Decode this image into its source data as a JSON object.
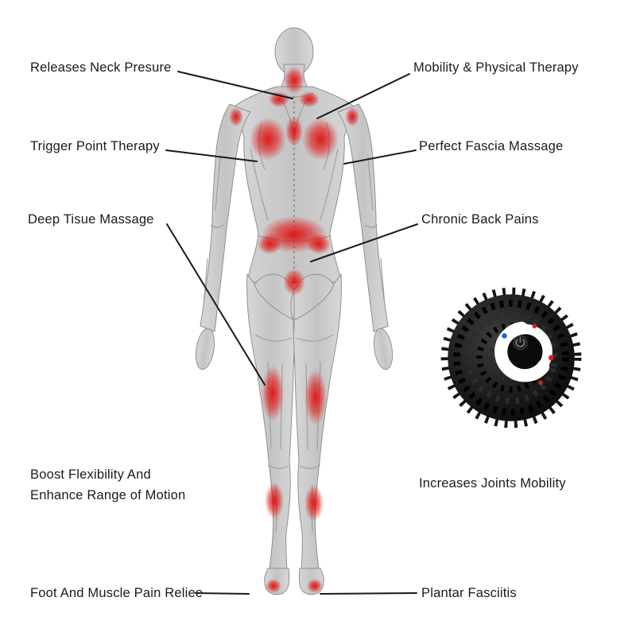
{
  "page": {
    "background": "#ffffff"
  },
  "colors": {
    "text": "#1a1a1a",
    "callout_line": "#1a1a1a",
    "pain_highlight": "#e01010",
    "body_gray": "#cccccc",
    "ball_black": "#141414",
    "ball_ring_white": "#ffffff",
    "dot_blue": "#2b5fd9",
    "dot_red": "#d42020"
  },
  "annotations": {
    "releases_neck": "Releases Neck Presure",
    "mobility_therapy": "Mobility & Physical Therapy",
    "trigger_point": "Trigger Point Therapy",
    "fascia_massage": "Perfect Fascia Massage",
    "deep_tissue": "Deep Tisue Massage",
    "chronic_back": "Chronic Back Pains",
    "flexibility_line1": "Boost Flexibility And",
    "flexibility_line2": "Enhance Range of Motion",
    "joints_mobility": "Increases Joints Mobility",
    "foot_relief": "Foot And Muscle Pain Reliee",
    "plantar": "Plantar Fasciitis"
  },
  "illustrations": {
    "body_figure": "human-back-muscular-figure-with-red-pain-areas",
    "massage_ball": "black-spiky-massage-ball-with-power-button"
  }
}
